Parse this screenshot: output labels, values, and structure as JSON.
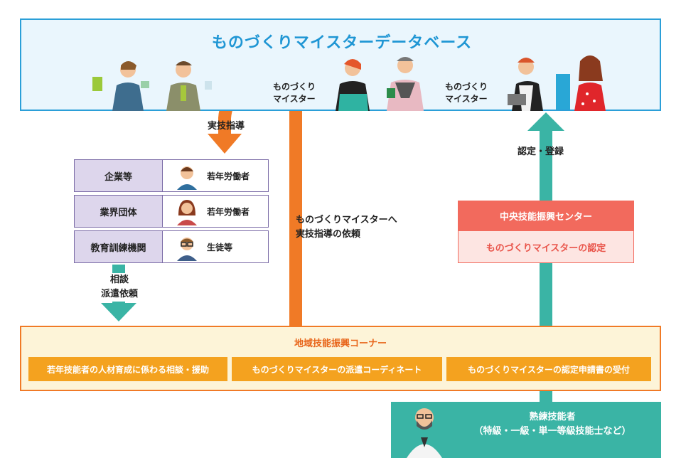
{
  "database": {
    "title": "ものづくりマイスターデータベース",
    "meister_label_1": [
      "ものづくり",
      "マイスター"
    ],
    "meister_label_2": [
      "ものづくり",
      "マイスター"
    ]
  },
  "flows": {
    "practical_guidance": "実技指導",
    "consult_dispatch": [
      "相談",
      "派遣依頼"
    ],
    "guidance_request": [
      "ものづくりマイスターへ",
      "実技指導の依頼"
    ],
    "certify_register": "認定・登録"
  },
  "organizations": [
    {
      "name": "企業等",
      "role": "若年労働者"
    },
    {
      "name": "業界団体",
      "role": "若年労働者"
    },
    {
      "name": "教育訓練機関",
      "role": "生徒等"
    }
  ],
  "regional_corner": {
    "title": "地域技能振興コーナー",
    "items": [
      "若年技能者の人材育成に係わる相談・援助",
      "ものづくりマイスターの派遣コーディネート",
      "ものづくりマイスターの認定申請書の受付"
    ]
  },
  "central_center": {
    "name": "中央技能振興センター",
    "function": "ものづくりマイスターの認定"
  },
  "experts": {
    "line1": "熟練技能者",
    "line2": "（特級・一級・単一等級技能士など）"
  },
  "colors": {
    "database_border": "#2b9fd8",
    "orange_arrow": "#f07a26",
    "teal_arrow": "#3ab4a5",
    "center_red": "#f26a5d",
    "org_purple": "#7a6aa6"
  }
}
